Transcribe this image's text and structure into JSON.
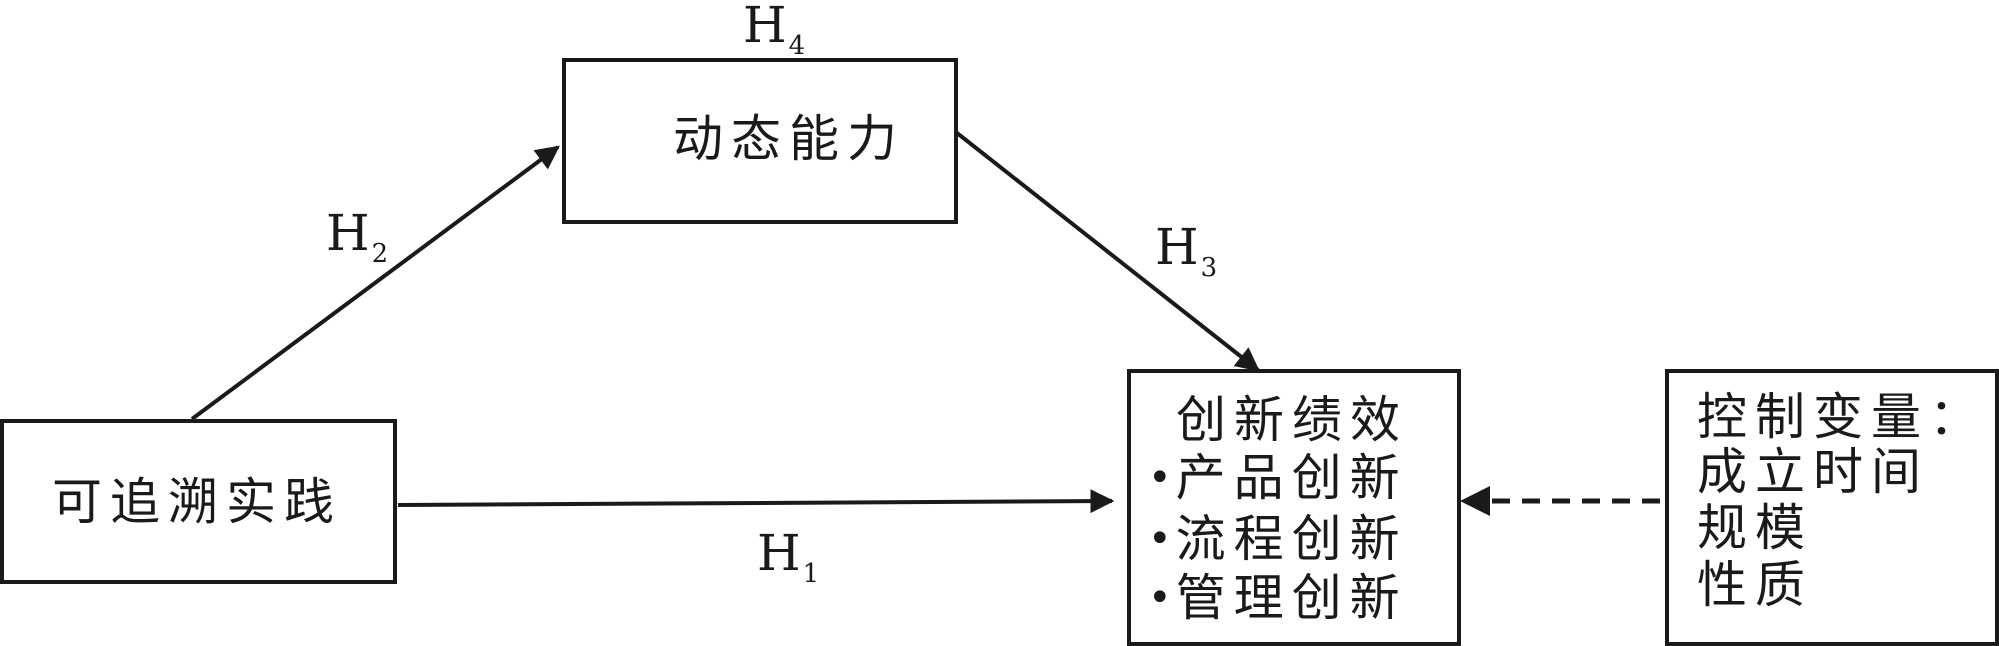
{
  "nodes": {
    "traceability": {
      "label": "可追溯实践"
    },
    "dynamic_capability": {
      "label": "动态能力"
    },
    "innovation": {
      "title": "创新绩效",
      "bullet": "•",
      "items": [
        "产品创新",
        "流程创新",
        "管理创新"
      ]
    },
    "controls": {
      "title": "控制变量：",
      "items": [
        "成立时间",
        "规模",
        "性质"
      ]
    }
  },
  "hypotheses": {
    "h1": {
      "letter": "H",
      "sub": "1"
    },
    "h2": {
      "letter": "H",
      "sub": "2"
    },
    "h3": {
      "letter": "H",
      "sub": "3"
    },
    "h4": {
      "letter": "H",
      "sub": "4"
    }
  }
}
